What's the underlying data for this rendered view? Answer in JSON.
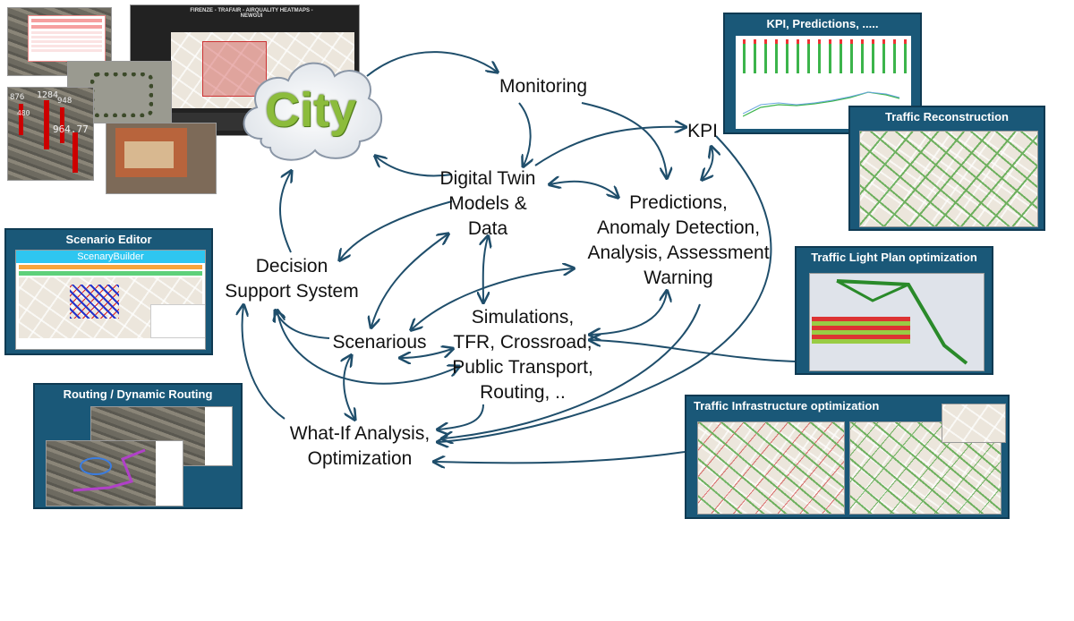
{
  "nodes": {
    "city": "City",
    "monitoring": "Monitoring",
    "kpi": "KPI",
    "digital_twin": [
      "Digital Twin",
      "Models &",
      "Data"
    ],
    "predictions": [
      "Predictions,",
      "Anomaly Detection,",
      "Analysis, Assessment",
      "Warning"
    ],
    "decision": [
      "Decision",
      "Support System"
    ],
    "scenarious": "Scenarious",
    "simulations": [
      "Simulations,",
      "TFR, Crossroad,",
      "Public Transport,",
      "Routing, .."
    ],
    "whatif": [
      "What-If Analysis,",
      "Optimization"
    ]
  },
  "panels": {
    "kpi": "KPI, Predictions, .....",
    "traffic_reconstruction": "Traffic Reconstruction",
    "traffic_light": "Traffic Light Plan optimization",
    "traffic_infra": "Traffic Infrastructure optimization",
    "scenario_editor": "Scenario Editor",
    "scenario_app": "ScenaryBuilder",
    "routing": "Routing / Dynamic Routing"
  },
  "dashboard": {
    "title": "FIRENZE - TRAFAIR - AIRQUALITY HEATMAPS - NEWGUI"
  },
  "bar_values": [
    "876",
    "1284",
    "948",
    "480",
    "964.77"
  ],
  "colors": {
    "panel": "#1a5878",
    "arrow": "#1f4e6b",
    "city": "#8cbc3c"
  }
}
